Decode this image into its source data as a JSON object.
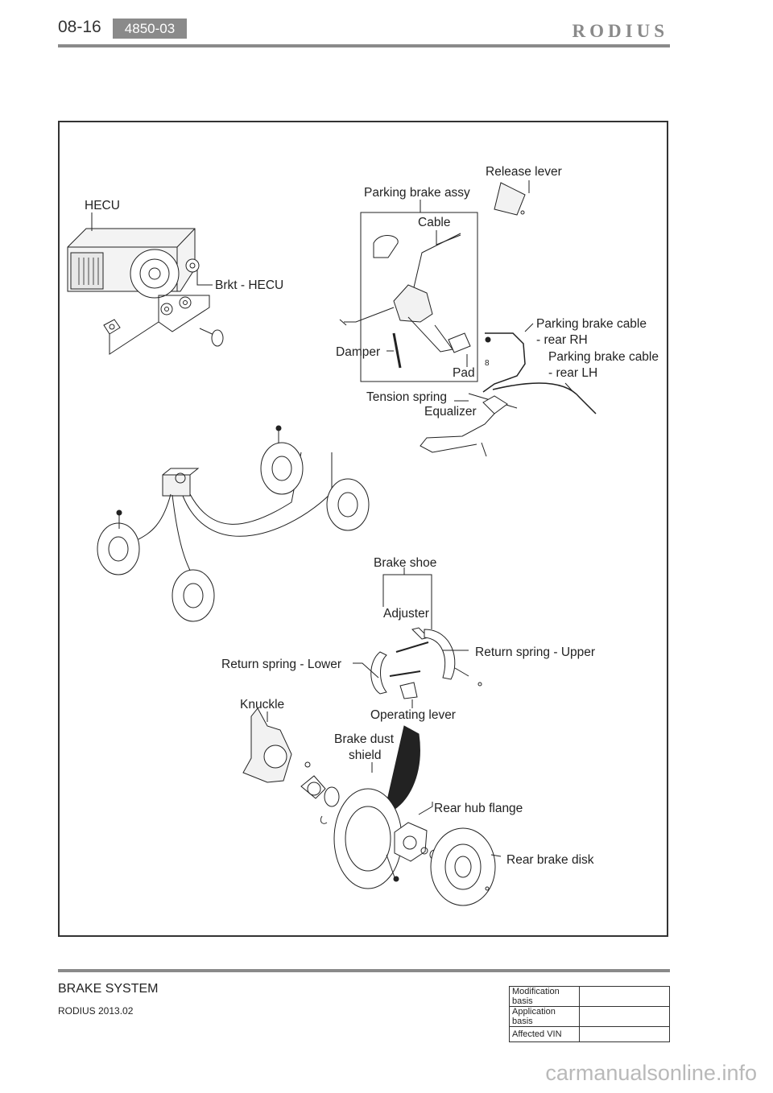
{
  "header": {
    "page_number": "08-16",
    "section_code": "4850-03",
    "brand": "RODIUS"
  },
  "figure": {
    "labels": {
      "hecu": "HECU",
      "brkt_hecu": "Brkt - HECU",
      "parking_brake_assy": "Parking brake assy",
      "release_lever": "Release lever",
      "cable": "Cable",
      "damper": "Damper",
      "pad": "Pad",
      "pb_cable_rh_1": "Parking brake cable",
      "pb_cable_rh_2": "- rear RH",
      "pb_cable_lh_1": "Parking brake cable",
      "pb_cable_lh_2": "- rear LH",
      "tension_spring": "Tension spring",
      "equalizer": "Equalizer",
      "small_mark": "8",
      "brake_shoe": "Brake shoe",
      "adjuster": "Adjuster",
      "return_spring_upper": "Return spring - Upper",
      "return_spring_lower": "Return spring - Lower",
      "knuckle": "Knuckle",
      "operating_lever": "Operating lever",
      "brake_dust_shield_1": "Brake dust",
      "brake_dust_shield_2": "shield",
      "rear_hub_flange": "Rear hub flange",
      "rear_brake_disk": "Rear brake disk"
    }
  },
  "footer": {
    "section_title": "BRAKE SYSTEM",
    "model_date": "RODIUS 2013.02",
    "info_table": [
      {
        "label": "Modification basis",
        "value": ""
      },
      {
        "label": "Application basis",
        "value": ""
      },
      {
        "label": "Affected VIN",
        "value": ""
      }
    ]
  },
  "watermark": "carmanualsonline.info"
}
